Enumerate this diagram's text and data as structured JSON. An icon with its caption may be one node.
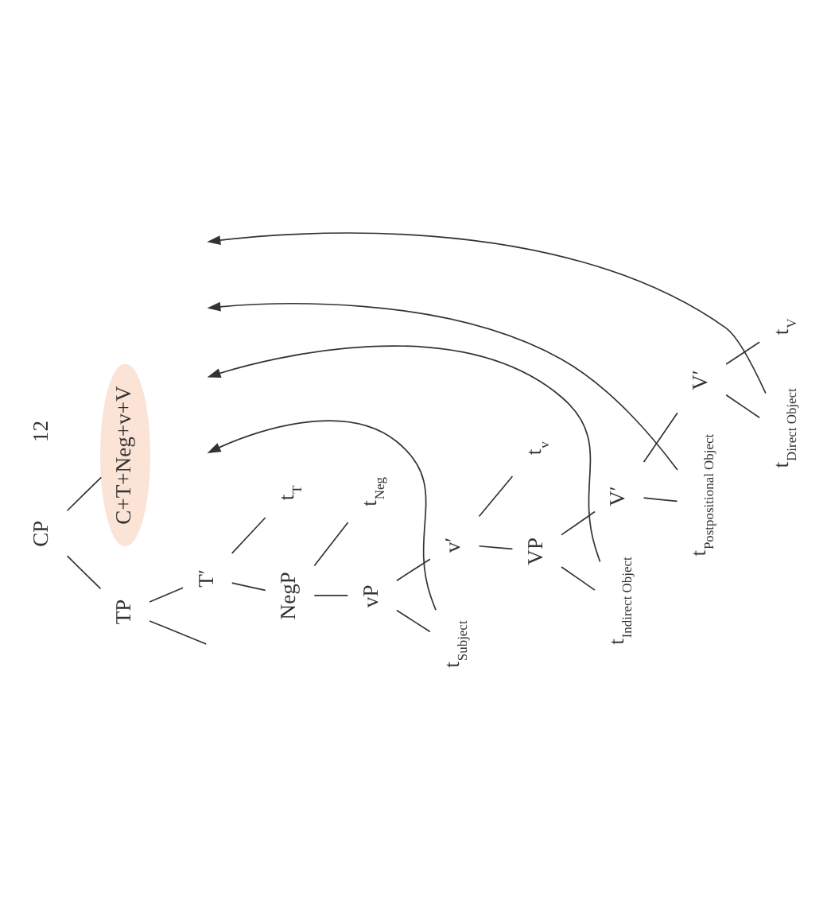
{
  "diagram": {
    "nodes": [
      {
        "text": [
          "CP"
        ]
      },
      {
        "text": [
          "TP"
        ]
      },
      {
        "text": [
          "C+T+Neg+v+V"
        ]
      },
      {
        "text": [
          "T′"
        ]
      },
      {
        "text": [
          "NegP"
        ]
      },
      {
        "text": [
          "t$_{T}$"
        ]
      },
      {
        "text": [
          "vP"
        ]
      },
      {
        "text": [
          "t$_{Neg}$"
        ]
      },
      {
        "text": [
          "t$_{Subject}$"
        ]
      },
      {
        "text": [
          "v′"
        ]
      },
      {
        "text": [
          "VP"
        ]
      },
      {
        "text": [
          "t$_{v}$"
        ]
      },
      {
        "text": [
          "t$_{Indirect Object}$"
        ]
      },
      {
        "text": [
          "V′"
        ]
      },
      {
        "text": [
          "t$_{Postpositional Object}$"
        ]
      },
      {
        "text": [
          "V′"
        ]
      },
      {
        "text": [
          "t$_{Direct Object}$"
        ]
      },
      {
        "text": [
          "t$_{V}$"
        ]
      }
    ],
    "edges": [
      {
        "from": 0,
        "to": 1,
        "arrow": "none"
      },
      {
        "from": 0,
        "to": 2,
        "arrow": "none"
      },
      {
        "from": 1,
        "to": null,
        "arrow": "none"
      },
      {
        "from": 1,
        "to": 3,
        "arrow": "none"
      },
      {
        "from": 3,
        "to": 4,
        "arrow": "none"
      },
      {
        "from": 3,
        "to": 5,
        "arrow": "none"
      },
      {
        "from": 4,
        "to": 6,
        "arrow": "none"
      },
      {
        "from": 4,
        "to": 7,
        "arrow": "none"
      },
      {
        "from": 6,
        "to": 8,
        "arrow": "none"
      },
      {
        "from": 6,
        "to": 9,
        "arrow": "none"
      },
      {
        "from": 9,
        "to": 10,
        "arrow": "none"
      },
      {
        "from": 9,
        "to": 11,
        "arrow": "none"
      },
      {
        "from": 10,
        "to": 12,
        "arrow": "none"
      },
      {
        "from": 10,
        "to": 13,
        "arrow": "none"
      },
      {
        "from": 13,
        "to": 14,
        "arrow": "none"
      },
      {
        "from": 13,
        "to": 15,
        "arrow": "none"
      },
      {
        "from": 15,
        "to": 16,
        "arrow": "none"
      },
      {
        "from": 15,
        "to": 17,
        "arrow": "none"
      },
      {
        "from": 8,
        "to": null,
        "arrow": "to"
      },
      {
        "from": 12,
        "to": null,
        "arrow": "to"
      },
      {
        "from": 14,
        "to": null,
        "arrow": "to"
      },
      {
        "from": 16,
        "to": null,
        "arrow": "to"
      }
    ],
    "labels": [
      "12"
    ]
  }
}
